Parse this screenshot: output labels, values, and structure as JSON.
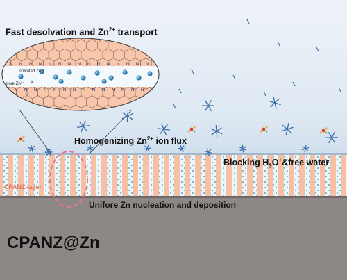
{
  "diagram": {
    "title": {
      "pre": "Fast desolvation and Zn",
      "sup": "2+",
      "post": " transport"
    },
    "flux": {
      "pre": "Homogenizing Zn",
      "sup": "2+",
      "post": " ion flux"
    },
    "blocking": {
      "pre": "Blocking H",
      "sub": "3",
      "mid": "O",
      "sup": "+",
      "post": "&free water"
    },
    "layer_label": "CPANZ layer",
    "nucleation": "Unifore Zn nucleation and deposition",
    "product": "CPANZ@Zn",
    "inset_labels": {
      "solvated": "solvated Zn²⁺",
      "pure": "pure Zn²⁺"
    },
    "nitrogen_symbol": "N"
  },
  "colors": {
    "layer_orange": "#f7bfa3",
    "layer_blue": "#e9f6fb",
    "zinc_grey": "#8a8483",
    "ion_blue": "#1d6ea8",
    "star_blue": "#3c6fa7",
    "dash_pink": "#ee7295",
    "layer_label": "#e0765d"
  }
}
